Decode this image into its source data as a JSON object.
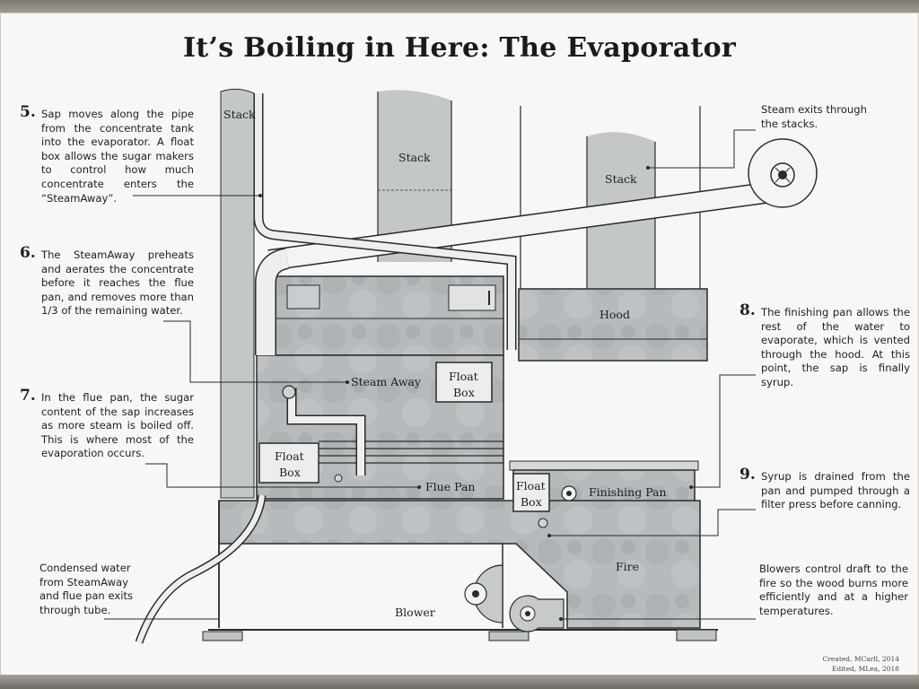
{
  "title": "It’s Boiling in Here: The Evaporator",
  "notes": {
    "n5": {
      "number": "5.",
      "text": "Sap moves along the pipe from the concentrate tank into the evaporator. A float box allows the sugar makers to control how much concentrate enters the “SteamAway”."
    },
    "n6": {
      "number": "6.",
      "text": "The SteamAway preheats and aerates the concentrate before it reaches the flue pan, and removes more than 1/3 of the remaining water."
    },
    "n7": {
      "number": "7.",
      "text": "In the flue pan, the sugar content of the sap increases as more steam is boiled off. This is where most of the evaporation occurs."
    },
    "condensed": {
      "text": "Condensed water from SteamAway and flue pan exits through tube."
    },
    "steam": {
      "text": "Steam exits through the stacks."
    },
    "n8": {
      "number": "8.",
      "text": "The finishing pan allows the rest of the water to evaporate, which is vented through the hood. At this point, the sap is finally syrup."
    },
    "n9": {
      "number": "9.",
      "text": "Syrup is drained from the pan and pumped through a filter press before canning."
    },
    "blowers": {
      "text": "Blowers control draft to the fire so the wood burns more efficiently and at a higher temperatures."
    }
  },
  "labels": {
    "stack_left": "Stack",
    "stack_mid": "Stack",
    "stack_right": "Stack",
    "hood": "Hood",
    "steamaway": "Steam Away",
    "float_box_top_1": "Float",
    "float_box_top_2": "Box",
    "float_box_left_1": "Float",
    "float_box_left_2": "Box",
    "float_box_right_1": "Float",
    "float_box_right_2": "Box",
    "flue_pan": "Flue Pan",
    "finishing_pan": "Finishing Pan",
    "fire": "Fire",
    "blower": "Blower"
  },
  "credits": {
    "created": "Created, MCarll, 2014",
    "edited": "Edited, MLea, 2018"
  },
  "colors": {
    "panel": "#f7f7f5",
    "metal": "#b8bdbf",
    "metal_dark": "#8f9699",
    "line": "#2a2a2a",
    "stack": "#c3c7c8"
  }
}
